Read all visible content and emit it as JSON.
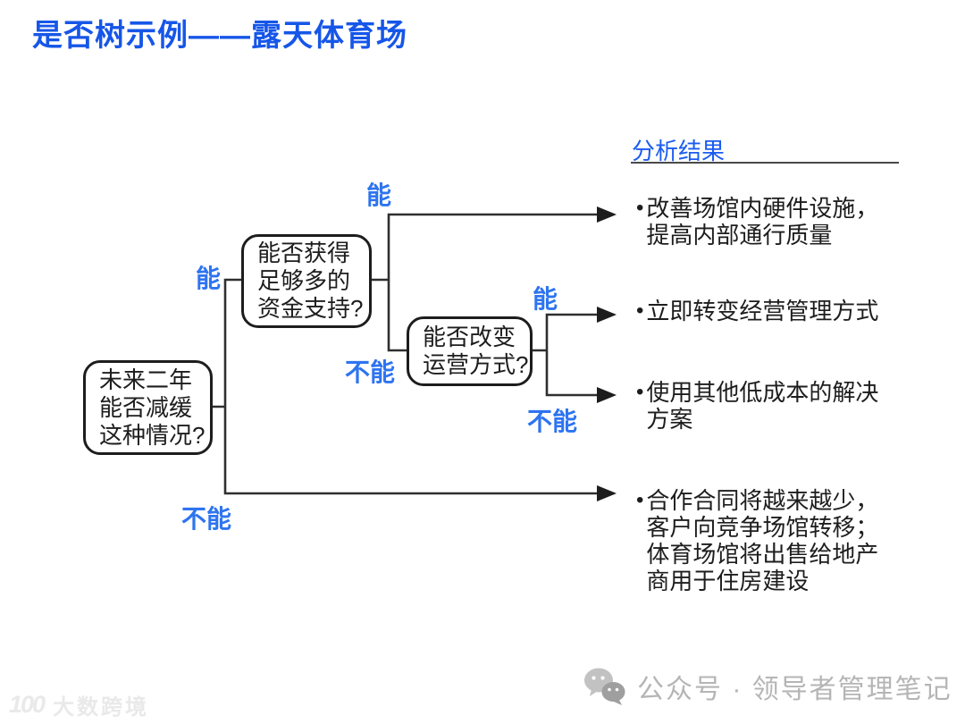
{
  "title": "是否树示例——露天体育场",
  "colors": {
    "title_blue": "#1656e8",
    "label_blue": "#2e74f0",
    "line_dark": "#2f2f2f",
    "text_dark": "#1d1d1d",
    "underline_gray": "#4a4a4a",
    "watermark_gray": "#e9e9e9",
    "footer_gray": "#b5b5b5"
  },
  "tree": {
    "root": {
      "question": "未来二年\n能否减缓\n这种情况?"
    },
    "node_funding": {
      "question": "能否获得\n足够多的\n资金支持?"
    },
    "node_operation": {
      "question": "能否改变\n运营方式?"
    },
    "labels": {
      "can_root": "能",
      "cannot_root": "不能",
      "can_funding": "能",
      "cannot_funding": "不能",
      "can_operation": "能",
      "cannot_operation": "不能"
    }
  },
  "results": {
    "header": "分析结果",
    "bullet": "•",
    "items": [
      {
        "text": "改善场馆内硬件设施，\n提高内部通行质量"
      },
      {
        "text": "立即转变经营管理方式"
      },
      {
        "text": "使用其他低成本的解决\n方案"
      },
      {
        "text": "合作合同将越来越少，\n客户向竞争场馆转移；\n体育场馆将出售给地产\n商用于住房建设"
      }
    ]
  },
  "footer": {
    "watermark_logo": "100",
    "watermark_text": "大数跨境",
    "wechat_label": "公众号 · 领导者管理笔记"
  }
}
